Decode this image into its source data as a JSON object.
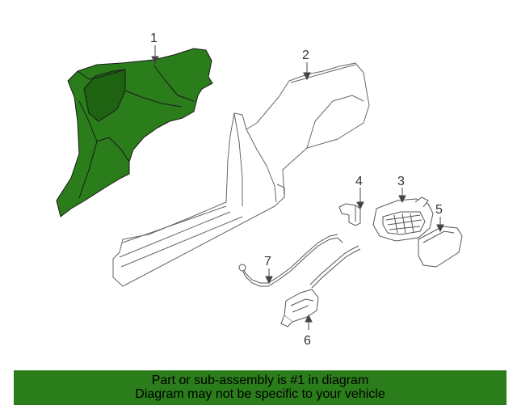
{
  "callouts": [
    "1",
    "2",
    "3",
    "4",
    "5",
    "6",
    "7"
  ],
  "colors": {
    "highlight_part": "#2a7d1a",
    "banner_background": "#2a7d1a",
    "line_art": "#555555"
  },
  "banner": {
    "line1": "Part or sub-assembly is #1 in diagram",
    "line2": "Diagram may not be specific to your vehicle"
  }
}
